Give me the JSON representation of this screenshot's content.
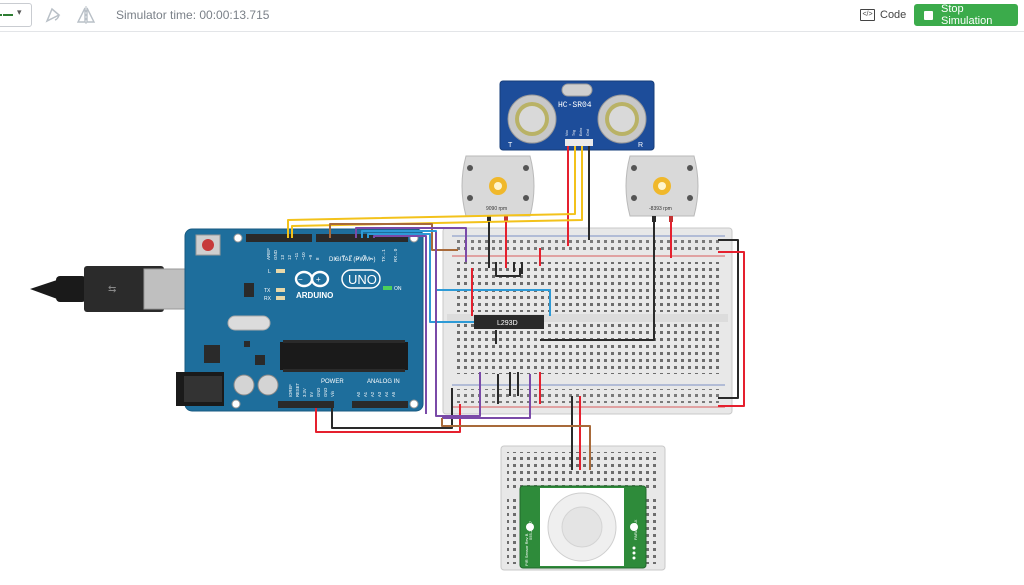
{
  "toolbar": {
    "simulator_time_label": "Simulator time: 00:00:13.715",
    "code_label": "Code",
    "stop_label": "Stop Simulation"
  },
  "sensor": {
    "name": "HC-SR04",
    "pins": [
      "Vcc",
      "Trig",
      "Echo",
      "Gnd"
    ],
    "left_mark": "T",
    "right_mark": "R"
  },
  "motors": [
    {
      "rpm_label": "9090 rpm"
    },
    {
      "rpm_label": "-8393 rpm"
    }
  ],
  "arduino": {
    "brand": "ARDUINO",
    "model": "UNO",
    "digital_label": "DIGITAL (PWM~)",
    "power_label": "POWER",
    "analog_label": "ANALOG IN",
    "tx": "TX",
    "rx": "RX",
    "l_led": "L",
    "on_label": "ON",
    "digital_pins": [
      "AREF",
      "GND",
      "13",
      "12",
      "~11",
      "~10",
      "~9",
      "8",
      "7",
      "~6",
      "~5",
      "4",
      "~3",
      "2",
      "TX→1",
      "RX←0"
    ],
    "power_pins": [
      "IOREF",
      "RESET",
      "3.3V",
      "5V",
      "GND",
      "GND",
      "Vin"
    ],
    "analog_pins": [
      "A0",
      "A1",
      "A2",
      "A3",
      "A4",
      "A5"
    ]
  },
  "chip": {
    "label": "L293D"
  },
  "pir": {
    "left_text": "555-28027",
    "right_text": "PARALLAX",
    "bottom_text": "PIR Sensor Rev B"
  },
  "colors": {
    "accent_green": "#3bab4b",
    "arduino_blue": "#1e6e9c",
    "sensor_blue": "#1d4d9a",
    "wire_red": "#e5202e",
    "wire_black": "#2a2a2a",
    "wire_yellow": "#f3c21b",
    "wire_purple": "#7a4aa8",
    "wire_blue": "#2d9ad6",
    "wire_brown": "#a86a3a"
  },
  "icons": [
    "component-dropdown-icon",
    "rotate-icon",
    "mirror-icon",
    "code-icon",
    "stop-icon"
  ]
}
